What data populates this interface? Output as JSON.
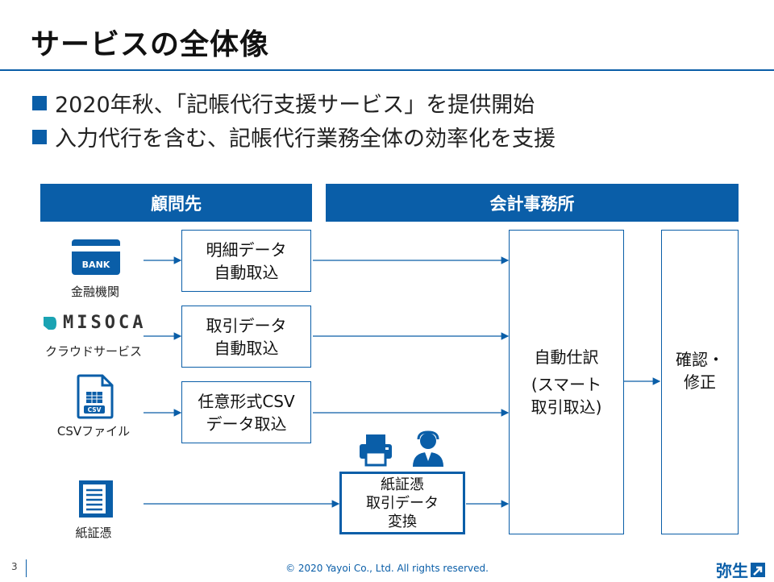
{
  "slide": {
    "title": "サービスの全体像",
    "bullets": [
      "2020年秋、「記帳代行支援サービス」を提供開始",
      "入力代行を含む、記帳代行業務全体の効率化を支援"
    ],
    "headers": {
      "client": "顧問先",
      "office": "会計事務所"
    },
    "sources": {
      "bank_badge": "BANK",
      "bank_label": "金融機関",
      "misoca_logo": "MISOCA",
      "cloud_label": "クラウドサービス",
      "csv_badge": "CSV",
      "csv_label": "CSVファイル",
      "paper_label": "紙証憑"
    },
    "boxes": {
      "detail_line1": "明細データ",
      "detail_line2": "自動取込",
      "trade_line1": "取引データ",
      "trade_line2": "自動取込",
      "csv_line1": "任意形式CSV",
      "csv_line2": "データ取込",
      "paper_line1": "紙証憑",
      "paper_line2": "取引データ",
      "paper_line3": "変換",
      "auto_line1": "自動仕訳",
      "auto_line2": "(スマート",
      "auto_line3": "取引取込)",
      "confirm_line1": "確認・",
      "confirm_line2": "修正"
    },
    "footer": {
      "page": "3",
      "copyright": "© 2020 Yayoi Co., Ltd.  All rights reserved.",
      "brand": "弥生"
    },
    "colors": {
      "accent": "#0a5ea8"
    }
  }
}
